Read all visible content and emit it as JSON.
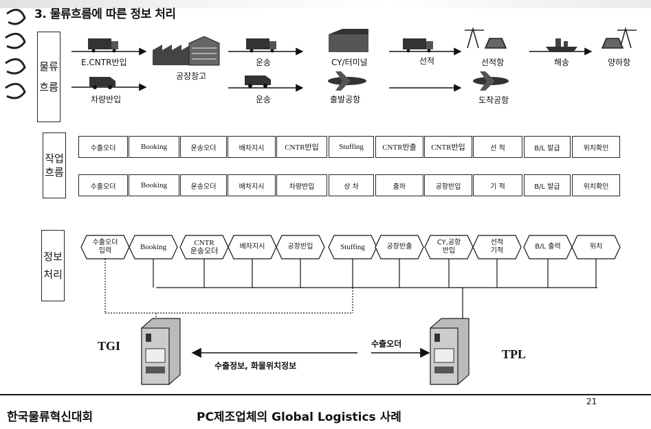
{
  "title": "3. 물류흐름에 따른 정보 처리",
  "sections": {
    "logistics_label": [
      "물류",
      "흐름"
    ],
    "work_label": [
      "작업",
      "흐름"
    ],
    "info_label": [
      "정보",
      "처리"
    ]
  },
  "logistics_flow": {
    "ecntr_in": "E.CNTR반입",
    "vehicle_in": "차량반입",
    "factory_warehouse": "공장창고",
    "transport_top": "운송",
    "transport_bottom": "운송",
    "cy_terminal": "CY/터미널",
    "departure_airport": "출발공항",
    "loading": "선적",
    "loading_port": "선적항",
    "arrival_airport": "도착공항",
    "sea_transport": "해송",
    "unloading_port": "양하항"
  },
  "work_flow_row1": [
    "수출오더",
    "Booking",
    "운송오더",
    "배차지시",
    "CNTR반입",
    "Stuffing",
    "CNTR반출",
    "CNTR반입",
    "선 적",
    "B/L 발급",
    "위치확인"
  ],
  "work_flow_row2": [
    "수출오더",
    "Booking",
    "운송오더",
    "배차지시",
    "차량반입",
    "상 차",
    "출하",
    "공항반입",
    "기 적",
    "B/L 발급",
    "위치확인"
  ],
  "info_steps": [
    [
      "수출오더",
      "입력"
    ],
    [
      "Booking"
    ],
    [
      "CNTR",
      "운송오더"
    ],
    [
      "배차지시"
    ],
    [
      "공장반입"
    ],
    [
      "Stuffing"
    ],
    [
      "공장반출"
    ],
    [
      "CY,공항",
      "반입"
    ],
    [
      "선적",
      "기적"
    ],
    [
      "B/L 출력"
    ],
    [
      "위치"
    ]
  ],
  "systems": {
    "left": "TGI",
    "right": "TPL",
    "order_label": "수출오더",
    "exchange_label": "수출정보, 화물위치정보"
  },
  "footer": {
    "org": "한국물류혁신대회",
    "subtitle": "PC제조업체의 Global Logistics 사례",
    "page": "21"
  }
}
